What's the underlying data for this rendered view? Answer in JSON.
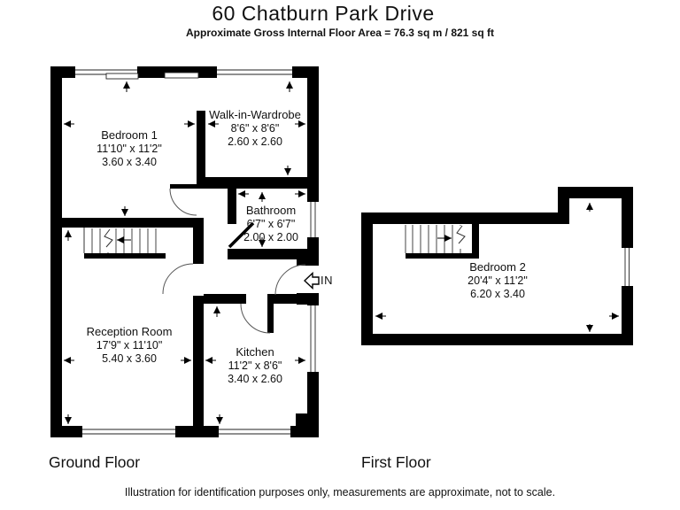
{
  "header": {
    "title": "60 Chatburn Park Drive",
    "subtitle": "Approximate Gross Internal Floor Area  = 76.3 sq m  / 821 sq ft"
  },
  "ground_floor": {
    "label": "Ground Floor",
    "entrance_label": "IN",
    "rooms": [
      {
        "name": "Bedroom 1",
        "imperial": "11'10\" x 11'2\"",
        "metric": "3.60 x 3.40"
      },
      {
        "name": "Walk-in-Wardrobe",
        "imperial": "8'6\" x 8'6\"",
        "metric": "2.60 x 2.60"
      },
      {
        "name": "Bathroom",
        "imperial": "6'7\" x 6'7\"",
        "metric": "2.00 x 2.00"
      },
      {
        "name": "Reception Room",
        "imperial": "17'9\" x 11'10\"",
        "metric": "5.40 x 3.60"
      },
      {
        "name": "Kitchen",
        "imperial": "11'2\" x 8'6\"",
        "metric": "3.40 x 2.60"
      }
    ]
  },
  "first_floor": {
    "label": "First Floor",
    "rooms": [
      {
        "name": "Bedroom 2",
        "imperial": "20'4\" x 11'2\"",
        "metric": "6.20 x 3.40"
      }
    ]
  },
  "footer": {
    "disclaimer": "Illustration for identification purposes only, measurements are approximate, not to scale."
  },
  "colors": {
    "wall": "#000000",
    "background": "#ffffff",
    "text": "#111111"
  }
}
